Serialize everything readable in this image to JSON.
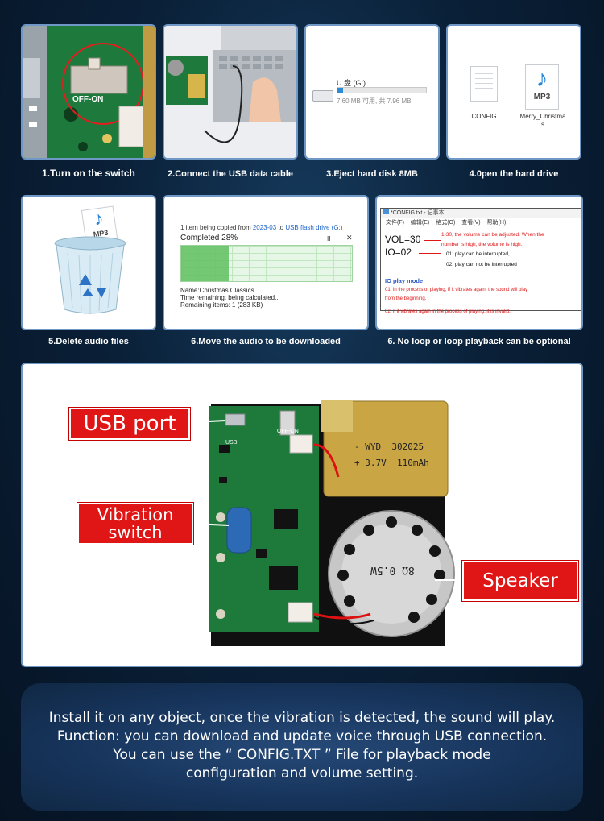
{
  "steps": [
    {
      "caption": "1.Turn on the switch",
      "switch_label": "OFF-ON"
    },
    {
      "caption": "2.Connect the USB data cable"
    },
    {
      "caption": "3.Eject hard disk 8MB",
      "drive_label": "U 盘 (G:)",
      "drive_info": "7.60 MB 可用, 共 7.96 MB"
    },
    {
      "caption": "4.0pen the hard drive",
      "file1": "CONFIG",
      "file2_line1": "Merry_Christma",
      "file2_line2": "s",
      "mp3_tag": "MP3"
    },
    {
      "caption": "5.Delete audio files",
      "mp3_tag": "MP3"
    },
    {
      "caption": "6.Move the audio to be downloaded",
      "copy_prefix": "1 item being copied from ",
      "copy_from": "2023-03",
      "copy_to_word": " to ",
      "copy_to": "USB flash drive (G:)",
      "completed": "Completed 28%",
      "progress": 28,
      "name_line": "Name:Christmas Classics",
      "time_line": "Time remaining: being calculated...",
      "items_line": "Remaining items: 1 (283 KB)"
    },
    {
      "caption": "6. No loop or loop playback can be optional",
      "window_title": "*CONFIG.txt - 记事本",
      "menu": [
        "文件(F)",
        "编辑(E)",
        "格式(O)",
        "查看(V)",
        "帮助(H)"
      ],
      "vol": "VOL=30",
      "io": "IO=02",
      "vol_note_1": "1-30, the volume can be adjusted. When the",
      "vol_note_2": "number is high, the volume is high.",
      "io_note_1": "01: play can be interrupted,",
      "io_note_2": "02: play can not be interrupted",
      "mode_title": "IO play mode",
      "mode_1a": "01: in the process of playing, if it vibrates again, the sound will play",
      "mode_1b": "from the beginning.",
      "mode_2": "02: if it vibrates again in the process of playing, it is invalid."
    }
  ],
  "board": {
    "battery_line1": "- WYD  302025",
    "battery_line2": "+ 3.7V  110mAh",
    "speaker_text": "8Ω 0.5W",
    "switch_label": "OFF-ON",
    "usb_silk": "USB"
  },
  "callouts": {
    "usb_port": "USB port",
    "vibration_1": "Vibration",
    "vibration_2": "switch",
    "speaker": "Speaker"
  },
  "description": [
    "Install it on any object, once the vibration is detected, the sound will play.",
    "Function: you can download and update voice through USB connection.",
    "You can use the “ CONFIG.TXT ” File for playback mode",
    "configuration and volume setting."
  ],
  "colors": {
    "accent_red": "#e01616",
    "tile_border": "#6f98c7",
    "pcb_green": "#1d7a3a",
    "panel_blue": "#1b3a63"
  }
}
